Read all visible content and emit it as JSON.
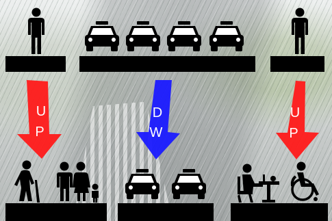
{
  "diagram": {
    "top_tier": {
      "left_platform": {
        "icon": "standing-person-icon"
      },
      "center_platform": {
        "icons": [
          "taxi-icon",
          "taxi-icon",
          "taxi-icon",
          "taxi-icon"
        ]
      },
      "right_platform": {
        "icon": "standing-person-icon"
      }
    },
    "arrows": [
      {
        "letters": [
          "U",
          "P"
        ],
        "color": "#ff1a1a"
      },
      {
        "letters": [
          "D",
          "W"
        ],
        "color": "#1a1aff"
      },
      {
        "letters": [
          "U",
          "P"
        ],
        "color": "#ff1a1a"
      }
    ],
    "bottom_tier": {
      "left_platform": {
        "icons": [
          "elderly-person-with-cane-icon",
          "family-icon"
        ]
      },
      "center_platform": {
        "icons": [
          "taxi-icon",
          "taxi-icon"
        ]
      },
      "right_platform": {
        "icons": [
          "cafe-seating-icon",
          "wheelchair-user-icon"
        ]
      }
    },
    "colors": {
      "up_arrow": "#ff1a1a",
      "down_arrow": "#1a1aff",
      "icons": "#000000",
      "platforms": "#000000"
    }
  }
}
